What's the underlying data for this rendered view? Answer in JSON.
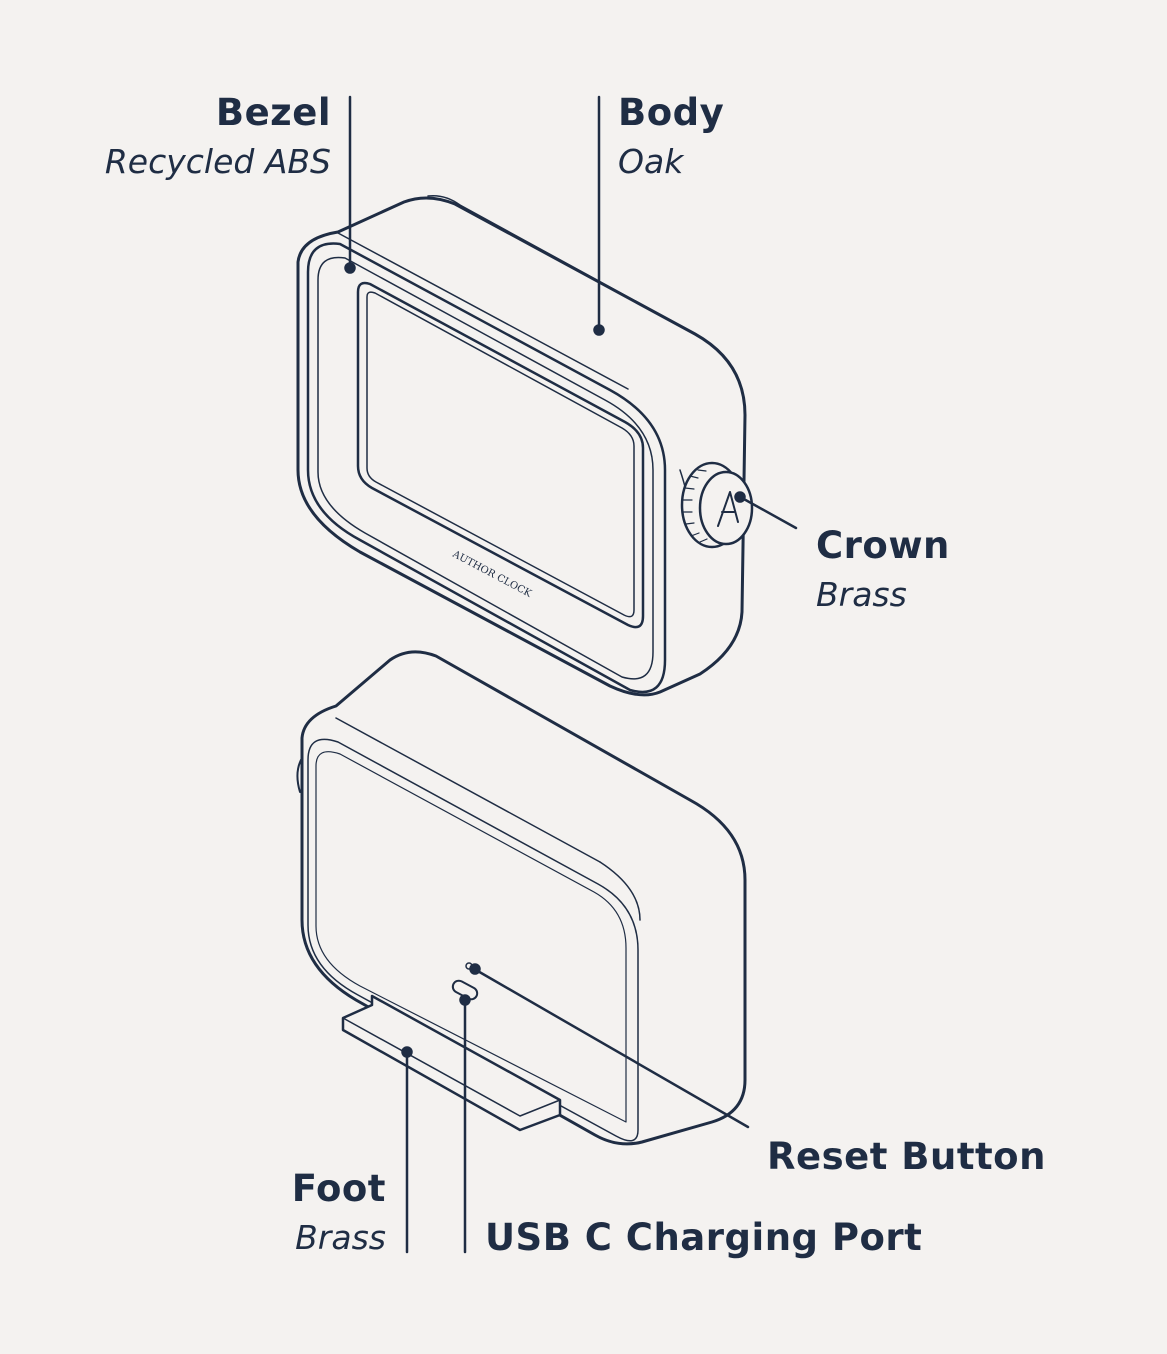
{
  "colors": {
    "background": "#f4f2f0",
    "ink": "#1f2d44",
    "thin_line": "#3a4458"
  },
  "labels": {
    "bezel": {
      "name": "Bezel",
      "material": "Recycled ABS"
    },
    "body": {
      "name": "Body",
      "material": "Oak"
    },
    "crown": {
      "name": "Crown",
      "material": "Brass"
    },
    "reset": {
      "name": "Reset Button"
    },
    "foot": {
      "name": "Foot",
      "material": "Brass"
    },
    "usb": {
      "name": "USB C Charging Port"
    }
  },
  "engraving": "AUTHOR CLOCK"
}
